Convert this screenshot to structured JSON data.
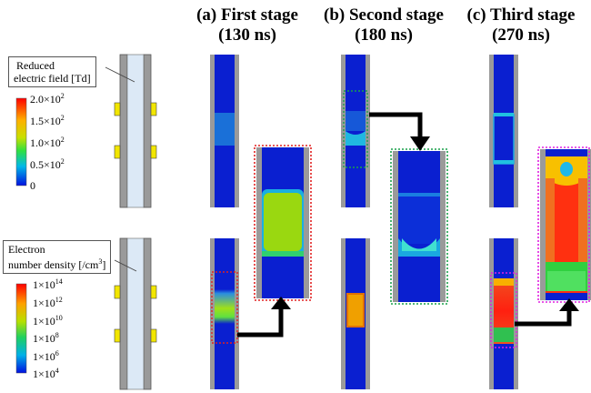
{
  "stages": [
    {
      "title": "(a) First stage",
      "time": "(130 ns)"
    },
    {
      "title": "(b) Second stage",
      "time": "(180 ns)"
    },
    {
      "title": "(c) Third stage",
      "time": "(270 ns)"
    }
  ],
  "field_panel": {
    "label_line1": "Reduced",
    "label_line2": "electric field [Td]",
    "ticks": [
      {
        "base": "2.0×10",
        "exp": "2"
      },
      {
        "base": "1.5×10",
        "exp": "2"
      },
      {
        "base": "1.0×10",
        "exp": "2"
      },
      {
        "base": "0.5×10",
        "exp": "2"
      },
      {
        "base": "0",
        "exp": ""
      }
    ]
  },
  "density_panel": {
    "label_line1": "Electron",
    "label_line2": "number density [/cm",
    "label_exp": "3",
    "label_end": "]",
    "ticks": [
      {
        "base": "1×10",
        "exp": "14"
      },
      {
        "base": "1×10",
        "exp": "12"
      },
      {
        "base": "1×10",
        "exp": "10"
      },
      {
        "base": "1×10",
        "exp": "8"
      },
      {
        "base": "1×10",
        "exp": "6"
      },
      {
        "base": "1×10",
        "exp": "4"
      }
    ]
  },
  "colors": {
    "background_blue": "#0a1fd0",
    "wall_gray": "#9a9a9a",
    "dielectric": "#dce9f6",
    "electrode": "#f2e600",
    "zoom_a": "#e02020",
    "zoom_b": "#19a04a",
    "zoom_c": "#e020e0",
    "arrow": "#000000"
  }
}
